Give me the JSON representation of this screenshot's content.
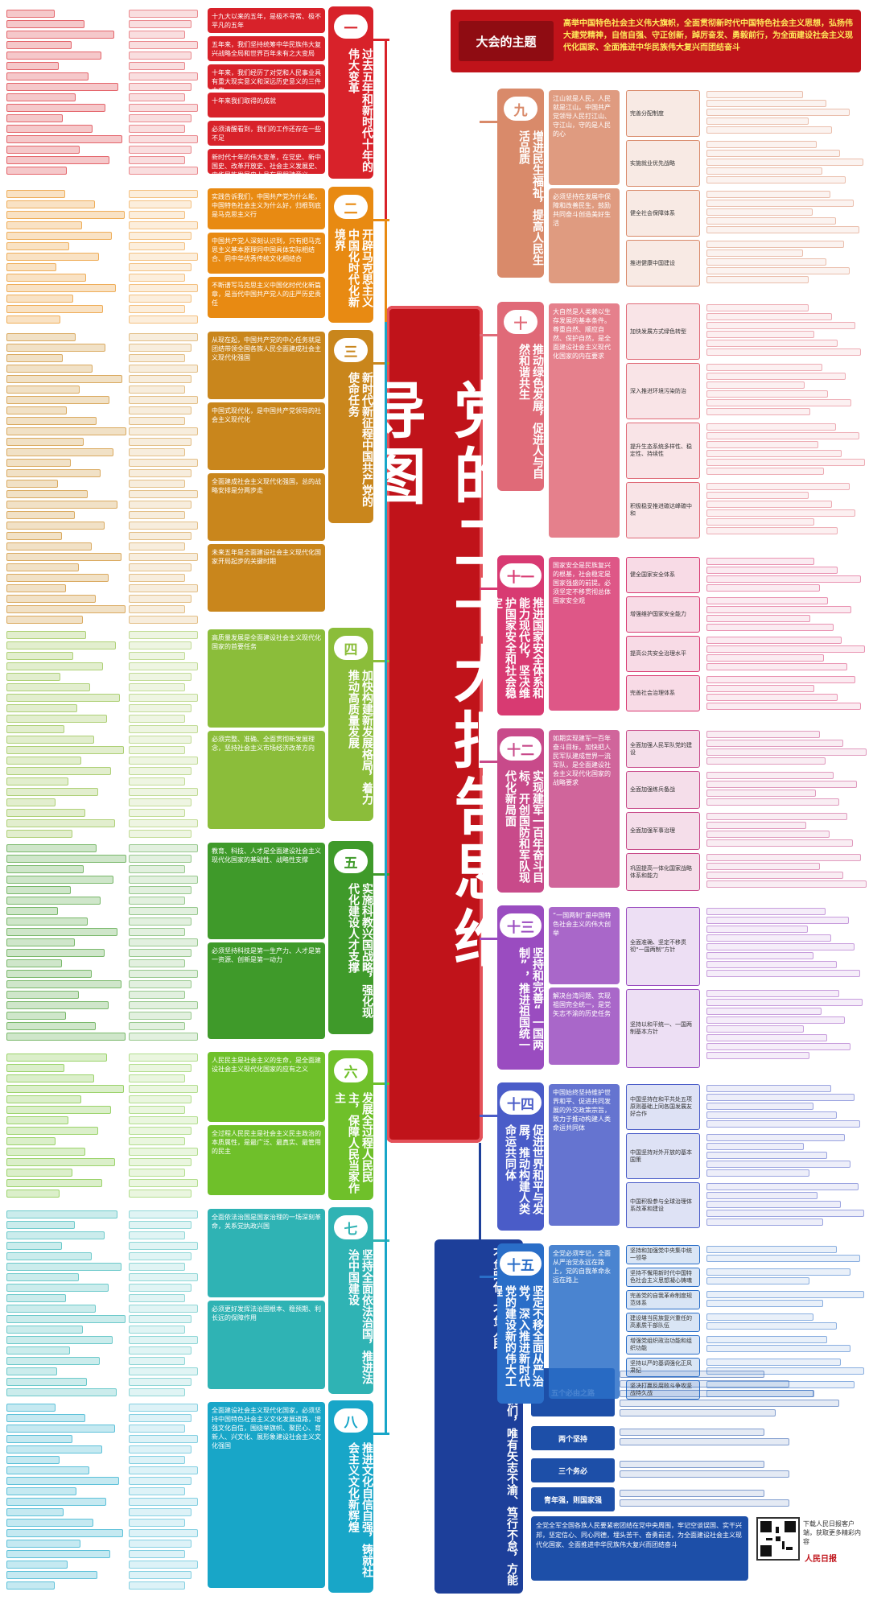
{
  "title": "党的二十大报告思维导图",
  "theme": {
    "label": "大会的主题",
    "text": "高举中国特色社会主义伟大旗帜，全面贯彻新时代中国特色社会主义思想，弘扬伟大建党精神，自信自强、守正创新，踔厉奋发、勇毅前行，为全面建设社会主义现代化国家、全面推进中华民族伟大复兴而团结奋斗"
  },
  "left_sections": [
    {
      "num": "一",
      "label": "过去五年和新时代十年的伟大变革",
      "color": "#d8222a",
      "desc": [
        "十九大以来的五年，是极不寻常、极不平凡的五年",
        "五年来，我们坚持统筹中华民族伟大复兴战略全局和世界百年未有之大变局",
        "十年来，我们经历了对党和人民事业具有重大现实意义和深远历史意义的三件大事",
        "十年来我们取得的成就",
        "必须清醒看到，我们的工作还存在一些不足",
        "新时代十年的伟大变革，在党史、新中国史、改革开放史、社会主义发展史、中华民族发展史上具有里程碑意义"
      ]
    },
    {
      "num": "二",
      "label": "开辟马克思主义中国化时代化新境界",
      "color": "#e88a12",
      "desc": [
        "实践告诉我们，中国共产党为什么能，中国特色社会主义为什么好，归根到底是马克思主义行",
        "中国共产党人深刻认识到，只有把马克思主义基本原理同中国具体实际相结合、同中华优秀传统文化相结合",
        "不断谱写马克思主义中国化时代化新篇章，是当代中国共产党人的庄严历史责任"
      ]
    },
    {
      "num": "三",
      "label": "新时代新征程中国共产党的使命任务",
      "color": "#c9861c",
      "desc": [
        "从现在起，中国共产党的中心任务就是团结带领全国各族人民全面建成社会主义现代化强国",
        "中国式现代化，是中国共产党领导的社会主义现代化",
        "全面建成社会主义现代化强国，总的战略安排是分两步走",
        "未来五年是全面建设社会主义现代化国家开局起步的关键时期"
      ]
    },
    {
      "num": "四",
      "label": "加快构建新发展格局，着力推动高质量发展",
      "color": "#8bbd3a",
      "desc": [
        "高质量发展是全面建设社会主义现代化国家的首要任务",
        "必须完整、准确、全面贯彻新发展理念，坚持社会主义市场经济改革方向"
      ]
    },
    {
      "num": "五",
      "label": "实施科教兴国战略，强化现代化建设人才支撑",
      "color": "#3f9a2a",
      "desc": [
        "教育、科技、人才是全面建设社会主义现代化国家的基础性、战略性支撑",
        "必须坚持科技是第一生产力、人才是第一资源、创新是第一动力"
      ]
    },
    {
      "num": "六",
      "label": "发展全过程人民民主，保障人民当家作主",
      "color": "#6fc02a",
      "desc": [
        "人民民主是社会主义的生命，是全面建设社会主义现代化国家的应有之义",
        "全过程人民民主是社会主义民主政治的本质属性，是最广泛、最真实、最管用的民主"
      ]
    },
    {
      "num": "七",
      "label": "坚持全面依法治国，推进法治中国建设",
      "color": "#2fb3b4",
      "desc": [
        "全面依法治国是国家治理的一场深刻革命，关系党执政兴国",
        "必须更好发挥法治固根本、稳预期、利长远的保障作用"
      ]
    },
    {
      "num": "八",
      "label": "推进文化自信自强，铸就社会主义文化新辉煌",
      "color": "#18a6c8",
      "desc": [
        "全面建设社会主义现代化国家，必须坚持中国特色社会主义文化发展道路，增强文化自信，围绕举旗帜、聚民心、育新人、兴文化、展形象建设社会主义文化强国"
      ]
    }
  ],
  "right_sections": [
    {
      "num": "九",
      "label": "增进民生福祉，提高人民生活品质",
      "color": "#d98a6a",
      "desc": [
        "江山就是人民，人民就是江山。中国共产党领导人民打江山、守江山，守的是人民的心",
        "必须坚持在发展中保障和改善民生，鼓励共同奋斗创造美好生活"
      ],
      "branches": [
        "完善分配制度",
        "实施就业优先战略",
        "健全社会保障体系",
        "推进健康中国建设"
      ]
    },
    {
      "num": "十",
      "label": "推动绿色发展，促进人与自然和谐共生",
      "color": "#e06a78",
      "desc": [
        "大自然是人类赖以生存发展的基本条件。尊重自然、顺应自然、保护自然，是全面建设社会主义现代化国家的内在要求"
      ],
      "branches": [
        "加快发展方式绿色转型",
        "深入推进环境污染防治",
        "提升生态系统多样性、稳定性、持续性",
        "积极稳妥推进碳达峰碳中和"
      ]
    },
    {
      "num": "十一",
      "label": "推进国家安全体系和能力现代化，坚决维护国家安全和社会稳定",
      "color": "#d83a72",
      "desc": [
        "国家安全是民族复兴的根基，社会稳定是国家强盛的前提。必须坚定不移贯彻总体国家安全观"
      ],
      "branches": [
        "健全国家安全体系",
        "增强维护国家安全能力",
        "提高公共安全治理水平",
        "完善社会治理体系"
      ]
    },
    {
      "num": "十二",
      "label": "实现建军一百年奋斗目标，开创国防和军队现代化新局面",
      "color": "#c84a8a",
      "desc": [
        "如期实现建军一百年奋斗目标，加快把人民军队建成世界一流军队，是全面建设社会主义现代化国家的战略要求"
      ],
      "branches": [
        "全面加强人民军队党的建设",
        "全面加强练兵备战",
        "全面加强军事治理",
        "巩固提高一体化国家战略体系和能力"
      ]
    },
    {
      "num": "十三",
      "label": "坚持和完善“一国两制”，推进祖国统一",
      "color": "#9a4cc0",
      "desc": [
        "“一国两制”是中国特色社会主义的伟大创举",
        "解决台湾问题、实现祖国完全统一，是党矢志不渝的历史任务"
      ],
      "branches": [
        "全面准确、坚定不移贯彻“一国两制”方针",
        "坚持以和平统一、一国两制基本方针"
      ]
    },
    {
      "num": "十四",
      "label": "促进世界和平与发展，推动构建人类命运共同体",
      "color": "#4a5cc8",
      "desc": [
        "中国始终坚持维护世界和平、促进共同发展的外交政策宗旨，致力于推动构建人类命运共同体"
      ],
      "branches": [
        "中国坚持在和平共处五项原则基础上同各国发展友好合作",
        "中国坚持对外开放的基本国策",
        "中国积极参与全球治理体系改革和建设"
      ]
    },
    {
      "num": "十五",
      "label": "坚定不移全面从严治党，深入推进新时代党的建设新的伟大工程",
      "color": "#2a6ec8",
      "desc": [
        "全党必须牢记，全面从严治党永远在路上，党的自我革命永远在路上"
      ],
      "branches": [
        "坚持和加强党中央集中统一领导",
        "坚持不懈用新时代中国特色社会主义思想凝心铸魂",
        "完善党的自我革命制度规范体系",
        "建设堪当民族复兴重任的高素质干部队伍",
        "增强党组织政治功能和组织功能",
        "坚持以严的基调强化正风肃纪",
        "坚决打赢反腐败斗争攻坚战持久战"
      ]
    }
  ],
  "closing": {
    "slogan": "时代呼唤着我们，人民期待着我们，唯有矢志不渝、笃行不怠，方能不负时代、不负人民",
    "labels": [
      "五个必由之路",
      "两个坚持",
      "三个务必",
      "青年强，则国家强"
    ],
    "final": "全党全军全国各族人民要紧密团结在党中央周围，牢记空谈误国、实干兴邦，坚定信心、同心同德，埋头苦干、奋勇前进，为全面建设社会主义现代化国家、全面推进中华民族伟大复兴而团结奋斗"
  },
  "footer": {
    "qr_caption": "下载人民日报客户端，获取更多精彩内容",
    "brand": "人民日报"
  },
  "colors": {
    "spine": "#c0131a",
    "theme_text": "#ffe85a"
  }
}
